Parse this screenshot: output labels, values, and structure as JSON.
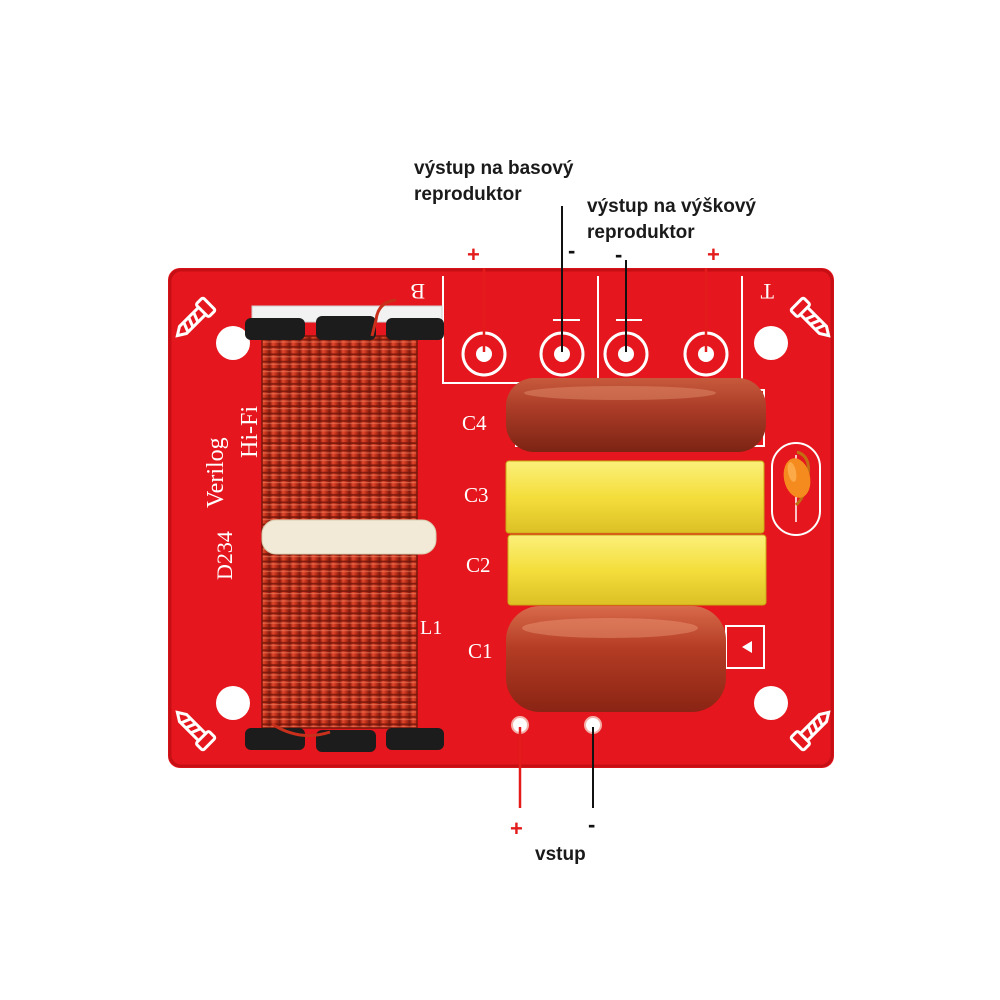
{
  "labels": {
    "bass_output": [
      "výstup na basový",
      "reproduktor"
    ],
    "tweeter_output": [
      "výstup na výškový",
      "reproduktor"
    ],
    "input": "vstup"
  },
  "signs": {
    "plus": "+",
    "minus": "-"
  },
  "silkscreen": {
    "brand": "Verilog",
    "series": "Hi-Fi",
    "model": "D234",
    "bass_mark": "B",
    "tweeter_mark": "T",
    "inductor": "L1",
    "capacitors": [
      "C1",
      "C2",
      "C3",
      "C4"
    ]
  },
  "colors": {
    "pcb": "#e5161d",
    "coil": "#c8301c",
    "cap_brown": "#a83a26",
    "cap_yellow": "#f6e24a",
    "pointer_red": "#e41b1b",
    "pointer_black": "#111111"
  }
}
